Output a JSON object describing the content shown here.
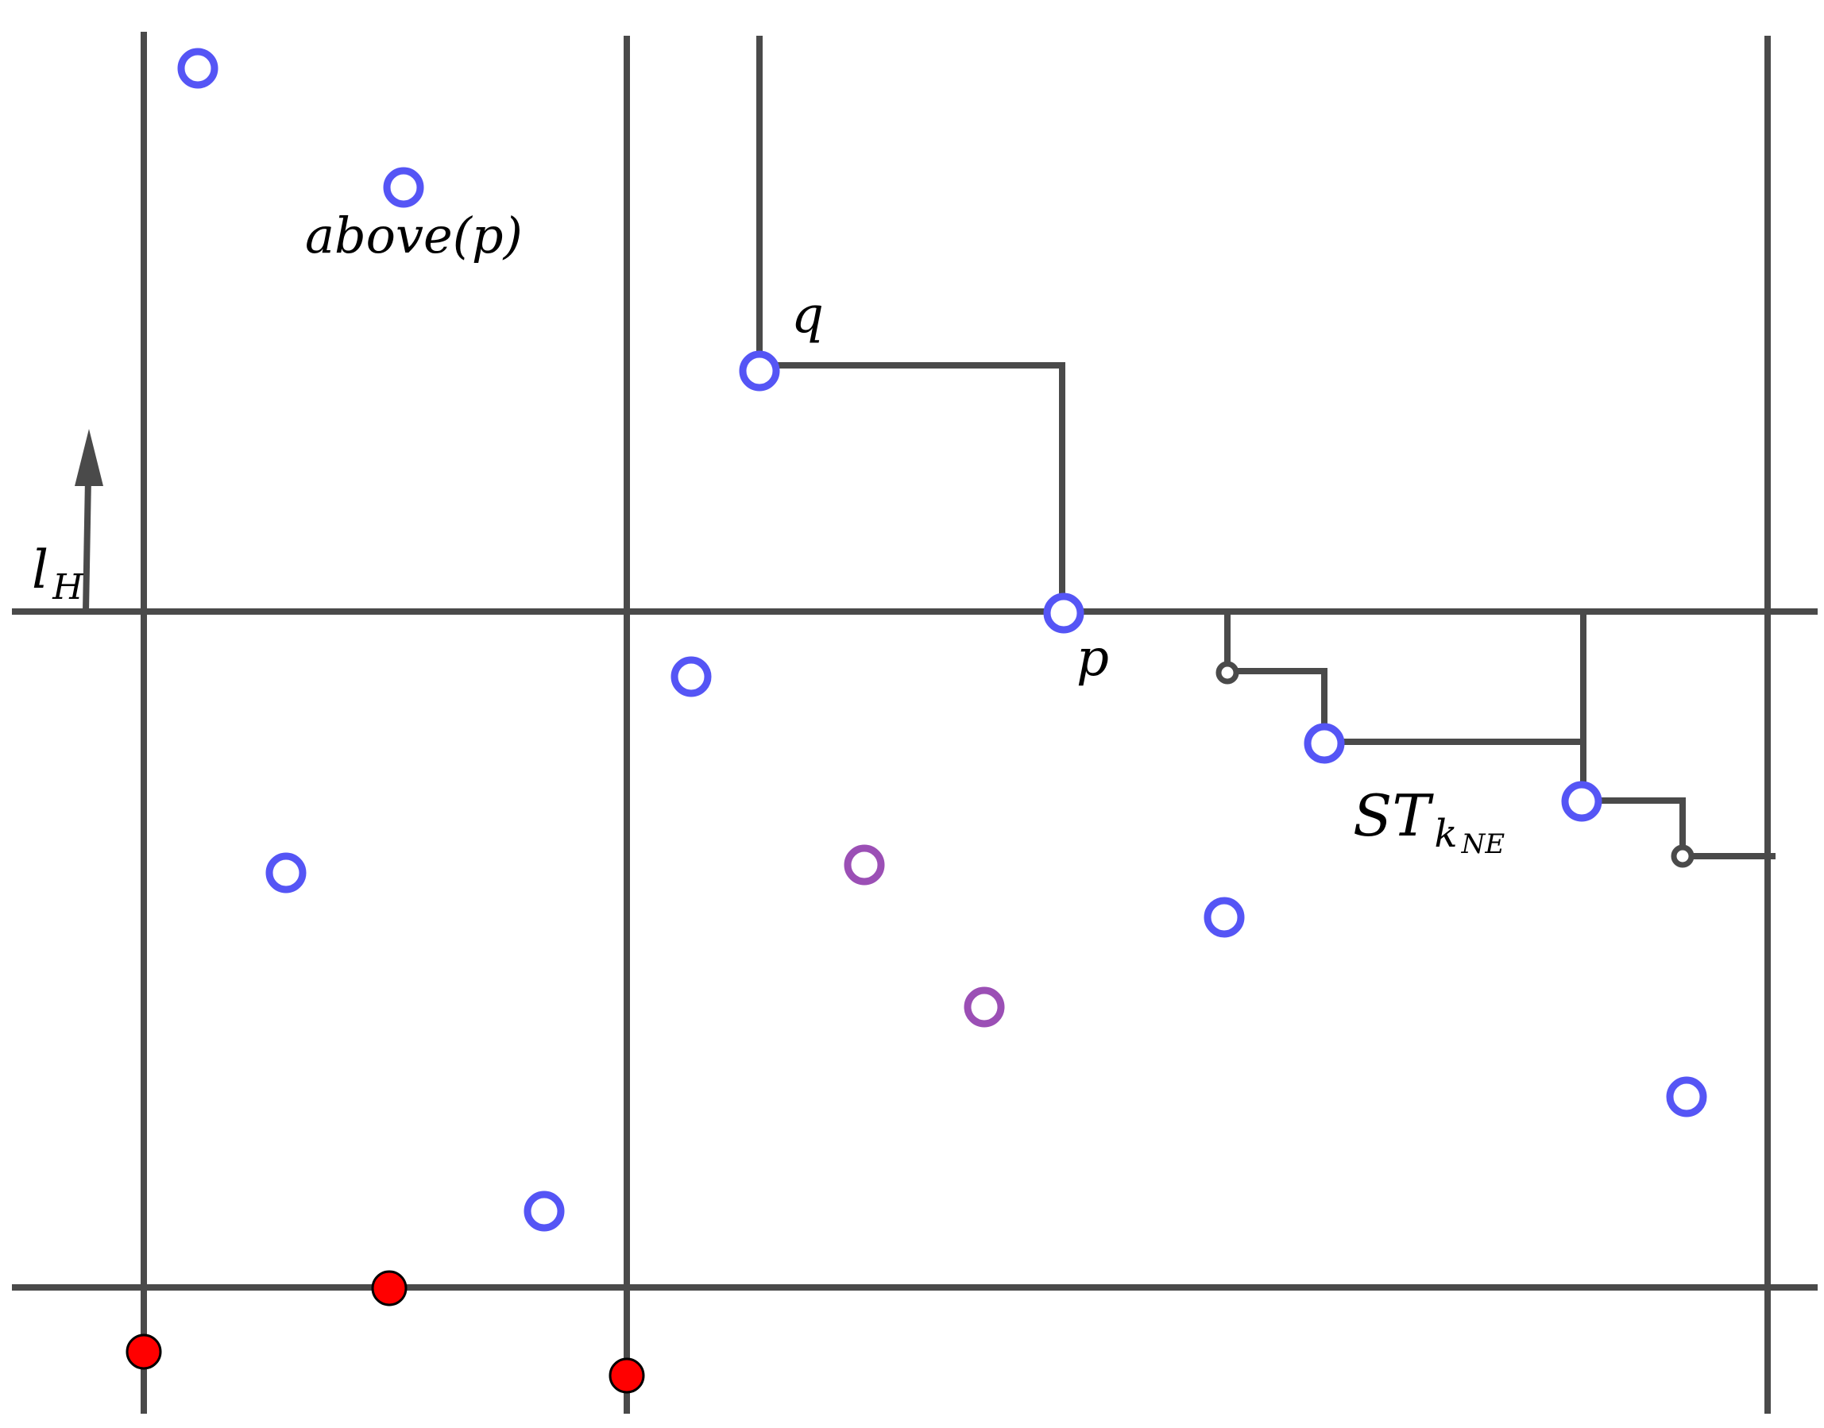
{
  "labels": {
    "above_p": "above(p)",
    "q": "q",
    "p": "p",
    "l": "l",
    "l_sub": "H",
    "st": "ST",
    "st_k": "k",
    "st_k_sub": "NE"
  },
  "colors": {
    "line": "#4a4a4a",
    "blue_point": "#5555f5",
    "purple_point": "#9b4fb5",
    "red_point": "#ff0000"
  }
}
